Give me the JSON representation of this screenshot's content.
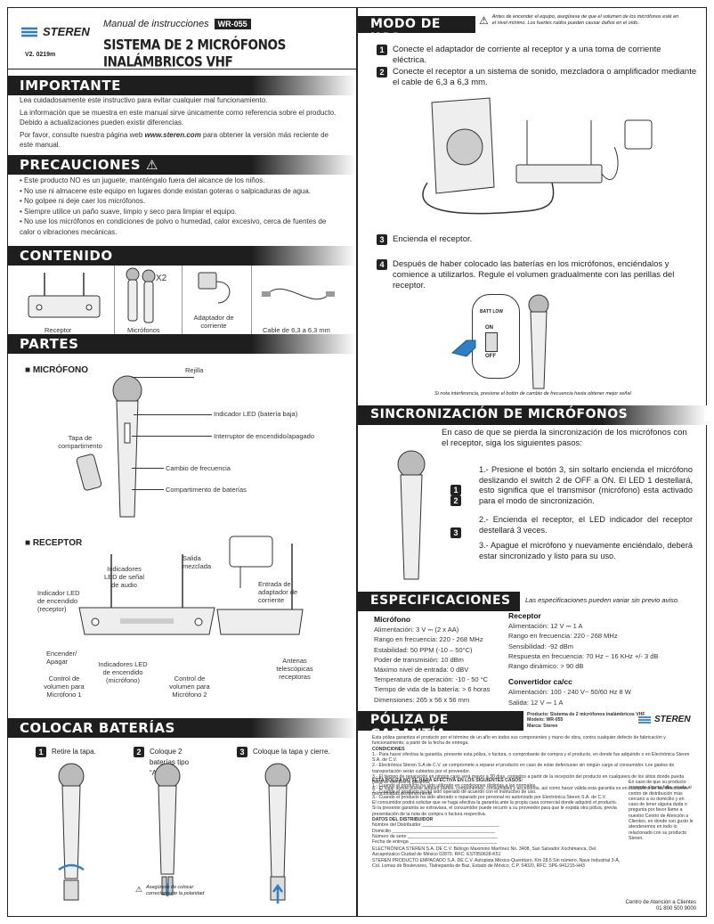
{
  "header": {
    "logo": "STEREN",
    "manual": "Manual de instrucciones",
    "model": "WR-055",
    "title": "SISTEMA DE 2 MICRÓFONOS INALÁMBRICOS VHF",
    "version": "V2. 0219m"
  },
  "importante": {
    "heading": "IMPORTANTE",
    "p1": "Lea cuidadosamente este instructivo para evitar cualquier mal funcionamiento.",
    "p2": "La información que se muestra en este manual sirve únicamente como referencia sobre el producto. Debido a actualizaciones pueden existir diferencias.",
    "p3a": "Por favor, consulte nuestra página web ",
    "p3b": "www.steren.com",
    "p3c": " para obtener la versión más reciente de este manual."
  },
  "precauciones": {
    "heading": "PRECAUCIONES",
    "items": [
      "• Este producto NO es un juguete, manténgalo fuera del alcance de los niños.",
      "• No use ni almacene este equipo en lugares donde existan goteras o salpicaduras de agua.",
      "• No golpee ni deje caer los micrófonos.",
      "• Siempre utilice un paño suave, limpio y seco para limpiar el equipo.",
      "• No use los micrófonos en condiciones de polvo o humedad, calor excesivo, cerca de fuentes de calor o vibraciones mecánicas."
    ]
  },
  "contenido": {
    "heading": "CONTENIDO",
    "receptor": "Receptor",
    "microfonos": "Micrófonos",
    "x2": "X2",
    "adaptador": "Adaptador de corriente",
    "cable": "Cable de 6,3 a 6,3 mm"
  },
  "partes": {
    "heading": "PARTES",
    "mic_title": "■ MICRÓFONO",
    "rejilla": "Rejilla",
    "led": "Indicador LED (batería baja)",
    "tapa": "Tapa de compartimento",
    "interruptor": "Interruptor de encendido/apagado",
    "cambio": "Cambio de frecuencia",
    "compartimento": "Compartimento de baterías",
    "rec_title": "■ RECEPTOR",
    "salida": "Salida mezclada",
    "leds_audio": "Indicadores LED de señal de audio",
    "entrada": "Entrada de adaptador de corriente",
    "led_enc": "Indicador LED de encendido (receptor)",
    "encender": "Encender/ Apagar",
    "leds_enc": "Indicadores LED de encendido (micrófono)",
    "antenas": "Antenas telescópicas receptoras",
    "vol1": "Control de volumen para Micrófono 1",
    "vol2": "Control de volumen para Micrófono 2"
  },
  "baterias": {
    "heading": "COLOCAR BATERÍAS",
    "s1": "Retire la tapa.",
    "s2": "Coloque 2 baterías tipo “AA”.",
    "s3": "Coloque la tapa y cierre.",
    "note": "Asegúrese de colocar correctamente la polaridad"
  },
  "modo": {
    "heading": "MODO DE USO",
    "warning": "Antes de encender el equipo, asegúrese de que el volumen de los micrófonos esté en el nivel mínimo. Los fuertes ruidos pueden causar daños en el oído.",
    "s1": "Conecte el adaptador de corriente al receptor y a una toma de corriente eléctrica.",
    "s2": "Conecte el receptor a un sistema de sonido, mezcladora o amplificador mediante el cable de 6,3 a 6,3 mm.",
    "s3": "Encienda el receptor.",
    "s4": "Después de haber colocado las baterías en los micrófonos, enciéndalos y comience a utilizarlos. Regule el volumen gradualmente con las perillas del receptor.",
    "batt": "BATT LOW",
    "on": "ON",
    "off": "OFF",
    "interf": "Si nota interferencia, presione el botón de cambio de frecuencia hasta obtener mejor señal"
  },
  "sinc": {
    "heading": "SINCRONIZACIÓN DE MICRÓFONOS",
    "intro": "En caso de que se pierda la sincronización de los micrófonos con el receptor, siga los siguientes pasos:",
    "p1": "1.- Presione el botón 3, sin soltarlo encienda el micrófono deslizando el switch 2 de OFF a ON. El LED 1 destellará, esto significa que el transmisor (micrófono) esta activado para el modo de sincronización.",
    "p2": "2.- Encienda el receptor, el LED indicador del receptor destellará 3 veces.",
    "p3": "3.- Apague el micrófono y nuevamente enciéndalo, deberá estar sincronizado y listo para su uso."
  },
  "espec": {
    "heading": "ESPECIFICACIONES",
    "note": "Las especificaciones pueden variar sin previo aviso.",
    "mic_title": "Micrófono",
    "mic": [
      "Alimentación: 3 V ⎓ (2 x AA)",
      "Rango en frecuencia: 220 - 268 MHz",
      "Estabilidad: 50 PPM (-10 – 50°C)",
      "Poder de transmisión: 10 dBm",
      "Máximo nivel de entrada: 0 dBV",
      "Temperatura de operación: -10 - 50 °C",
      "Tiempo de vida de la batería: > 6 horas",
      "Dimensiones: 265 x 56 x 56 mm"
    ],
    "rec_title": "Receptor",
    "rec": [
      "Alimentación: 12 V ⎓ 1 A",
      "Rango en frecuencia: 220 - 268 MHz",
      "Sensibilidad: -92 dBm",
      "Respuesta en frecuencia: 70 Hz ~ 16 KHz  +/- 3 dB",
      "Rango dinámico: > 90 dB"
    ],
    "conv_title": "Convertidor ca/cc",
    "conv": [
      "Alimentación: 100 - 240 V~ 50/60 Hz 8 W",
      "Salida: 12 V ⎓ 1 A"
    ]
  },
  "poliza": {
    "heading": "PÓLIZA DE GARANTÍA",
    "prod": [
      "Producto: Sistema de 2 micrófonos inalámbricos VHF",
      "Modelo: WR-055",
      "Marca: Steren"
    ],
    "logo": "STEREN",
    "body": [
      "Esta póliza garantiza el producto por el término de un año en todos sus componentes y mano de obra, contra cualquier defecto de fabricación y funcionamiento, a partir de la fecha de entrega.",
      "CONDICIONES",
      "1.- Para hacer efectiva la garantía, presente esta póliza, o factura, o comprobante de compra y el producto, en donde fue adquirido o en Electrónica Steren S.A. de C.V.",
      "2.- Electrónica Steren S.A de C.V. se compromete a reparar el producto en caso de estar defectuoso sin ningún cargo al consumidor. Los gastos de transportación serán cubiertos por el proveedor.",
      "3.- El tiempo de reparación en ningún caso será mayor a 30 días, contados a partir de la recepción del producto en cualquiera de los sitios donde pueda hacerse efectiva la garantía.",
      "4.- El lugar donde puede adquirir partes, componentes, consumibles y accesorios, así como hacer válida esta garantía es en cualquiera de las direcciones mencionadas posteriormente."
    ],
    "nova": "ESTA PÓLIZA NO SE HARÁ EFECTIVA EN LOS SIGUIENTES CASOS:",
    "cases": [
      "1.- Cuando el producto ha sido utilizado en condiciones distintas a las normales.",
      "2.- Cuando el producto no ha sido operado de acuerdo con el instructivo de uso.",
      "3.- Cuando el producto ha sido alterado o reparado por personal no autorizado por Electrónica Steren S.A. de C.V.",
      "El consumidor podrá solicitar que se haga efectiva la garantía ante la propia casa comercial donde adquirió el producto. Si la presente garantía se extraviara, el consumidor puede recurrir a su proveedor para que le expida otra póliza, previa presentación de la nota de compra o factura respectiva."
    ],
    "datos": "DATOS DEL DISTRIBUIDOR",
    "fields": [
      "Nombre del Distribuidor ______________________________",
      "Domicilio ________________________________________",
      "Número de serie ___________________________________",
      "Fecha de entrega __________________________________"
    ],
    "addr1": "ELECTRÓNICA STEREN S.A. DE C.V. Biólogo Maximino Martínez No. 3408, San Salvador Xochimanca, Del. Azcapotzalco Ciudad de México 02870, RFC: EST850628-K51",
    "addr2": "STEREN PRODUCTO EMPACADO S.A. DE C.V. Autopista México-Querétaro, Km 28.5 Sin número, Nave Industrial 3-A, Col. Lomas de Boulevares, Tlalnepantla de Baz, Estado de México, C.P. 54020, RFC: SPE-941215-H43",
    "side": "En caso de que su producto presente alguna falla, acuda al centro de distribución más cercano a su domicilio y en caso de tener alguna duda o pregunta por favor llame a nuestro Centro de Atención a Clientes, en donde con gusto le atenderemos en todo lo relacionado con su producto Steren.",
    "centro": "Centro de Atención a Clientes",
    "tel": "01 800 500 9000"
  },
  "colors": {
    "dark": "#1e1e1e",
    "accent": "#2f7fc4"
  }
}
